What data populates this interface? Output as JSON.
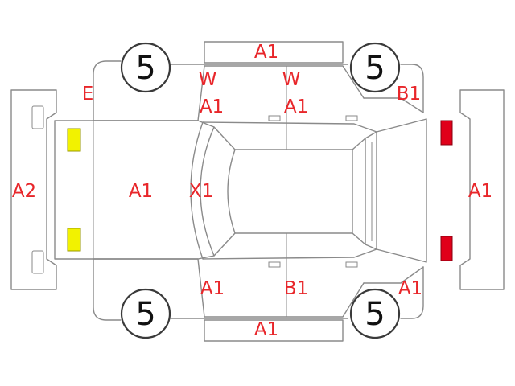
{
  "colors": {
    "label": "#e8262a",
    "outline": "#8a8a8a",
    "headlight": "#f2f200",
    "taillight": "#e0001a"
  },
  "tires": {
    "front_left": "5",
    "front_right": "5",
    "rear_left": "5",
    "rear_right": "5"
  },
  "labels": {
    "roof_top": "A1",
    "roof_bottom": "A1",
    "front_bumper": "A2",
    "rear_bumper": "A1",
    "hood": "A1",
    "windshield": "X1",
    "corner_front_upper": "E",
    "door_front_upper_code1": "W",
    "door_front_upper_code2": "A1",
    "door_rear_upper_code1": "W",
    "door_rear_upper_code2": "A1",
    "quarter_rear_upper": "B1",
    "door_front_lower": "A1",
    "door_rear_lower": "B1",
    "quarter_rear_lower": "A1"
  }
}
